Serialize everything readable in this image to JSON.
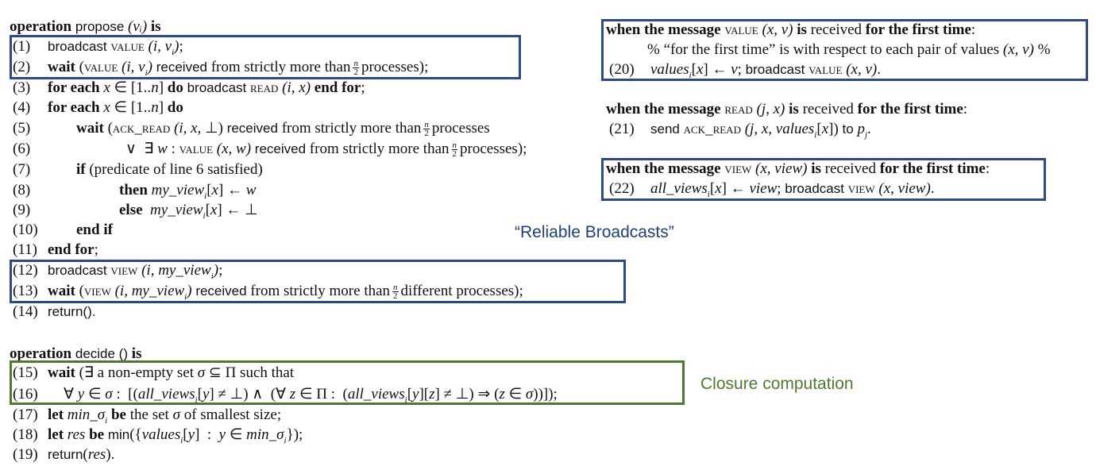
{
  "colors": {
    "blue_box": "#2e4a86",
    "green_box": "#4e7a30",
    "blue_label": "#1f3f7a",
    "green_label": "#4e7a30"
  },
  "propose": {
    "header_keyword": "operation",
    "header_name": "propose",
    "header_arg": "(vᵢ)",
    "header_is": "is",
    "lines": [
      {
        "num": "(1)",
        "text": "broadcast VALUE (i, vᵢ);"
      },
      {
        "num": "(2)",
        "text": "wait (VALUE (i, vᵢ) received from strictly more than n/2 processes);"
      },
      {
        "num": "(3)",
        "text": "for each x ∈ [1..n] do broadcast READ (i, x) end for;"
      },
      {
        "num": "(4)",
        "text": "for each x ∈ [1..n] do"
      },
      {
        "num": "(5)",
        "text": "wait (ACK_READ (i, x, ⊥) received from strictly more than n/2 processes"
      },
      {
        "num": "(6)",
        "text": "∨ ∃ w : VALUE (x, w) received from strictly more than n/2 processes);"
      },
      {
        "num": "(7)",
        "text": "if (predicate of line 6 satisfied)"
      },
      {
        "num": "(8)",
        "text": "then my_viewᵢ[x] ← w"
      },
      {
        "num": "(9)",
        "text": "else my_viewᵢ[x] ← ⊥"
      },
      {
        "num": "(10)",
        "text": "end if"
      },
      {
        "num": "(11)",
        "text": "end for;"
      },
      {
        "num": "(12)",
        "text": "broadcast VIEW (i, my_viewᵢ);"
      },
      {
        "num": "(13)",
        "text": "wait (VIEW (i, my_viewᵢ) received from strictly more than n/2 different processes);"
      },
      {
        "num": "(14)",
        "text": "return()."
      }
    ]
  },
  "decide": {
    "header_keyword": "operation",
    "header_name": "decide ()",
    "header_is": "is",
    "lines": [
      {
        "num": "(15)",
        "text": "wait (∃ a non-empty set σ ⊆ Π such that"
      },
      {
        "num": "(16)",
        "text": "∀ y ∈ σ : [(all_viewsᵢ[y] ≠ ⊥) ∧ (∀ z ∈ Π : (all_viewsᵢ[y][z] ≠ ⊥) ⇒ (z ∈ σ))]);"
      },
      {
        "num": "(17)",
        "text": "let min_σᵢ be the set σ of smallest size;"
      },
      {
        "num": "(18)",
        "text": "let res be min({valuesᵢ[y] : y ∈ min_σᵢ});"
      },
      {
        "num": "(19)",
        "text": "return(res)."
      }
    ]
  },
  "handlers": {
    "value_header": "when the message VALUE (x, v) is received for the first time:",
    "value_comment": "% “for the first time” is with respect to each pair of values (x, v) %",
    "line20_num": "(20)",
    "line20": "valuesᵢ[x] ← v; broadcast VALUE (x, v).",
    "read_header": "when the message READ (j, x) is received for the first time:",
    "line21_num": "(21)",
    "line21": "send ACK_READ (j, x, valuesᵢ[x]) to pⱼ.",
    "view_header": "when the message VIEW (x, view) is received for the first time:",
    "line22_num": "(22)",
    "line22": "all_viewsᵢ[x] ← view; broadcast VIEW (x, view)."
  },
  "annotations": {
    "reliable": "“Reliable Broadcasts”",
    "closure": "Closure computation"
  }
}
